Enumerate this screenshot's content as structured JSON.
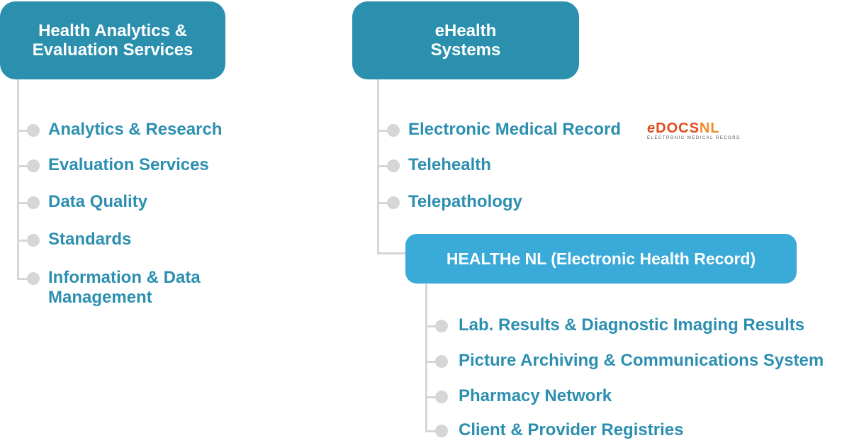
{
  "left_group": {
    "title_line1": "Health Analytics &",
    "title_line2": "Evaluation Services",
    "items": [
      "Analytics & Research",
      "Evaluation Services",
      "Data Quality",
      "Standards",
      "Information & Data",
      "Management"
    ]
  },
  "right_group": {
    "title_line1": "eHealth",
    "title_line2": "Systems",
    "items": [
      "Electronic Medical Record",
      "Telehealth",
      "Telepathology"
    ],
    "logo": {
      "e": "e",
      "docs": "DOCS",
      "nl": "NL",
      "tagline": "ELECTRONIC MEDICAL RECORD"
    },
    "sub_box": {
      "title": "HEALTHe NL (Electronic Health Record)",
      "items": [
        "Lab. Results & Diagnostic Imaging Results",
        "Picture Archiving & Communications System",
        "Pharmacy Network",
        "Client & Provider Registries"
      ]
    }
  },
  "colors": {
    "box_dark": "#2a90ae",
    "box_light": "#3aaad8",
    "text": "#2d8fb0",
    "connector": "#d6d6d6"
  }
}
